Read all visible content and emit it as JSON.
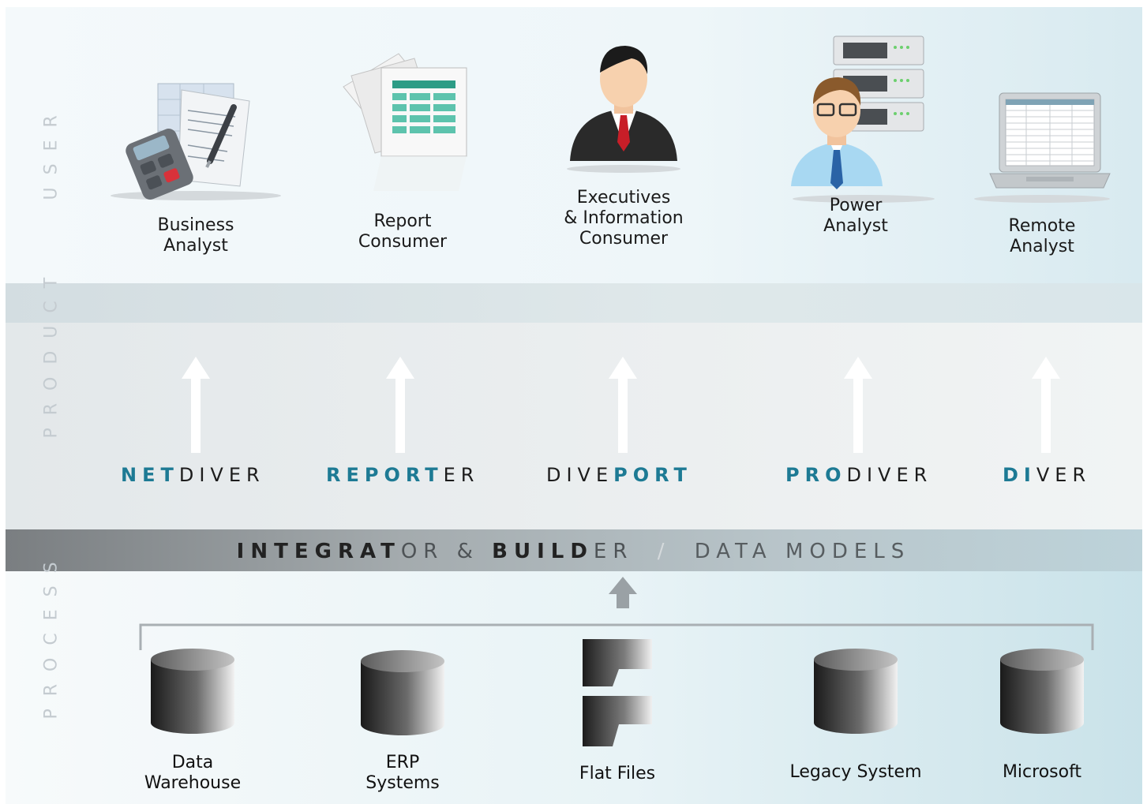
{
  "sections": {
    "user": "USER",
    "product": "PRODUCT",
    "process": "PROCESS"
  },
  "personas": [
    {
      "line1": "Business",
      "line2": "Analyst",
      "icon": "calculator-report-icon"
    },
    {
      "line1": "Report",
      "line2": "Consumer",
      "icon": "report-sheets-icon"
    },
    {
      "line1": "Executives",
      "line2": "& Information",
      "line3": "Consumer",
      "icon": "executive-person-icon"
    },
    {
      "line1": "Power",
      "line2": "Analyst",
      "icon": "analyst-servers-icon"
    },
    {
      "line1": "Remote",
      "line2": "Analyst",
      "icon": "laptop-icon"
    }
  ],
  "products": [
    {
      "bold": "NET",
      "rest": "DIVER",
      "order": "bold-first"
    },
    {
      "bold": "REPORT",
      "rest": "ER",
      "order": "bold-first"
    },
    {
      "plain": "DIVE",
      "bold": "PORT",
      "order": "plain-first"
    },
    {
      "bold": "PRO",
      "rest": "DIVER",
      "order": "bold-first"
    },
    {
      "bold": "DI",
      "rest": "VER",
      "order": "bold-first"
    }
  ],
  "integrator": {
    "part1_bold": "INTEGRAT",
    "part1_rest": "OR",
    "amp": "&",
    "part2_bold": "BUILD",
    "part2_rest": "ER",
    "slash": "/",
    "models": "DATA MODELS"
  },
  "sources": [
    {
      "line1": "Data",
      "line2": "Warehouse",
      "icon": "database-cylinder-icon"
    },
    {
      "line1": "ERP",
      "line2": "Systems",
      "icon": "database-cylinder-icon"
    },
    {
      "line1": "Flat Files",
      "icon": "flat-files-icon"
    },
    {
      "line1": "Legacy System",
      "icon": "database-cylinder-icon"
    },
    {
      "line1": "Microsoft",
      "icon": "database-cylinder-icon"
    }
  ],
  "colors": {
    "accent": "#1d7a94",
    "text": "#1c1c1c",
    "side_label": "#c4cbd0"
  }
}
